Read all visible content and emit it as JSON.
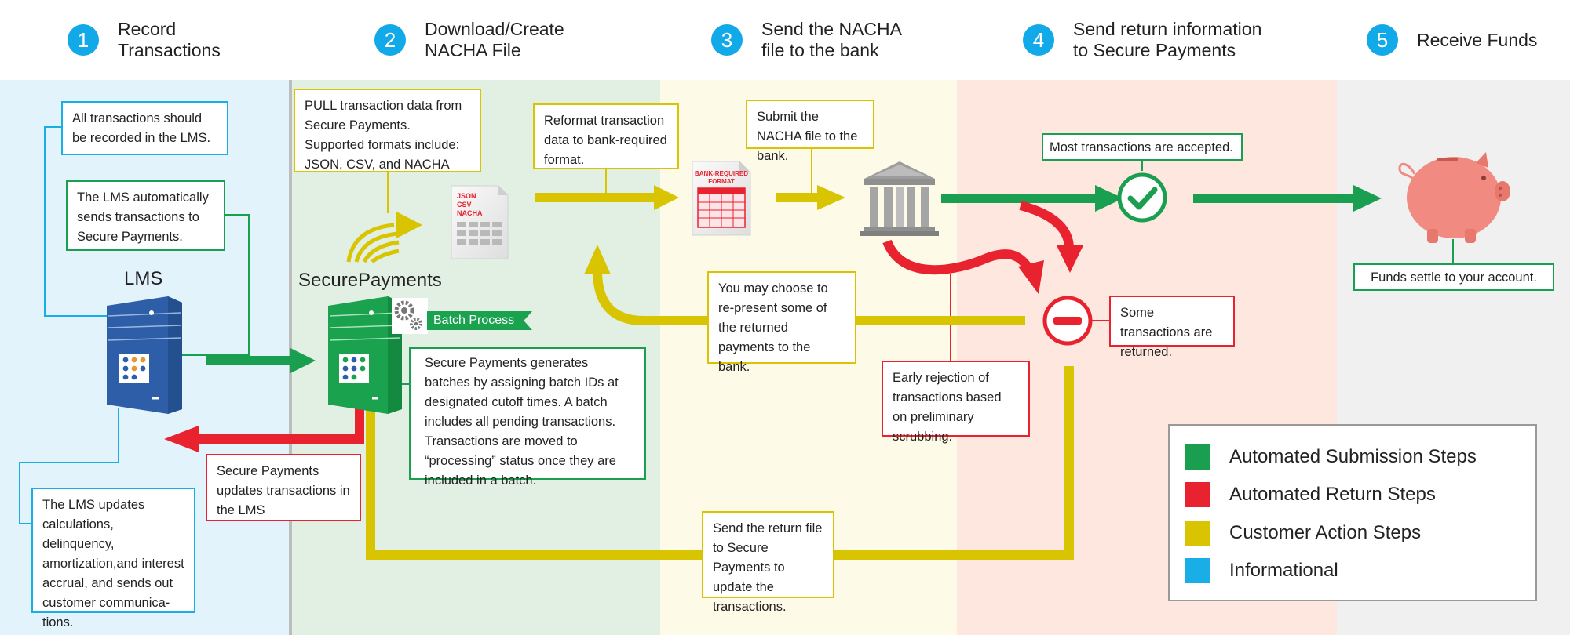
{
  "colors": {
    "green": "#1a9e4f",
    "red": "#e8222e",
    "yellow": "#d8c400",
    "blue": "#19aee6",
    "band_lms": "#e3f3fc",
    "band_secure": "#e2f0e3",
    "band_bank": "#fdfae8",
    "band_return": "#fde7de",
    "band_funds": "#f0f0f0"
  },
  "steps": [
    {
      "num": "1",
      "title_line1": "Record",
      "title_line2": "Transactions"
    },
    {
      "num": "2",
      "title_line1": "Download/Create",
      "title_line2": "NACHA File"
    },
    {
      "num": "3",
      "title_line1": "Send the NACHA",
      "title_line2": "file to the bank"
    },
    {
      "num": "4",
      "title_line1": "Send return information",
      "title_line2": "to Secure Payments"
    },
    {
      "num": "5",
      "title_line1": "Receive Funds",
      "title_line2": ""
    }
  ],
  "labels": {
    "lms": "LMS",
    "secure_payments": "SecurePayments",
    "batch_process": "Batch Process",
    "doc_formats": [
      "JSON",
      "CSV",
      "NACHA"
    ],
    "bank_format": [
      "BANK-REQUIRED",
      "FORMAT"
    ]
  },
  "boxes": {
    "lms_record": "All transactions should be recorded in the LMS.",
    "lms_auto": "The LMS automatically sends transactions to Secure Payments.",
    "lms_updates": "The LMS updates calculations, delinquency, amortization,and interest accrual, and sends out customer communica-tions.",
    "sp_updates": "Secure Payments updates transactions in the LMS",
    "pull_data": "PULL transaction data from Secure Payments. Supported formats include: JSON, CSV, and NACHA",
    "batches": "Secure Payments generates batches by assigning batch IDs at designated cutoff times. A batch includes all pending transactions. Transactions are moved to “processing” status once they are included in a batch.",
    "reformat": "Reformat transaction data to bank-required format.",
    "submit": "Submit the NACHA file to the bank.",
    "represent": "You may choose to re-present some of the returned payments to the bank.",
    "return_file": "Send the return file to Secure Payments to update the transactions.",
    "early_rejection": "Early rejection of transactions based on preliminary scrubbing.",
    "accepted": "Most transactions are accepted.",
    "returned": "Some transactions are returned.",
    "funds": "Funds settle to your account."
  },
  "legend": [
    {
      "label": "Automated Submission Steps",
      "color": "#1a9e4f"
    },
    {
      "label": "Automated Return Steps",
      "color": "#e8222e"
    },
    {
      "label": "Customer Action Steps",
      "color": "#d8c400"
    },
    {
      "label": "Informational",
      "color": "#19aee6"
    }
  ]
}
